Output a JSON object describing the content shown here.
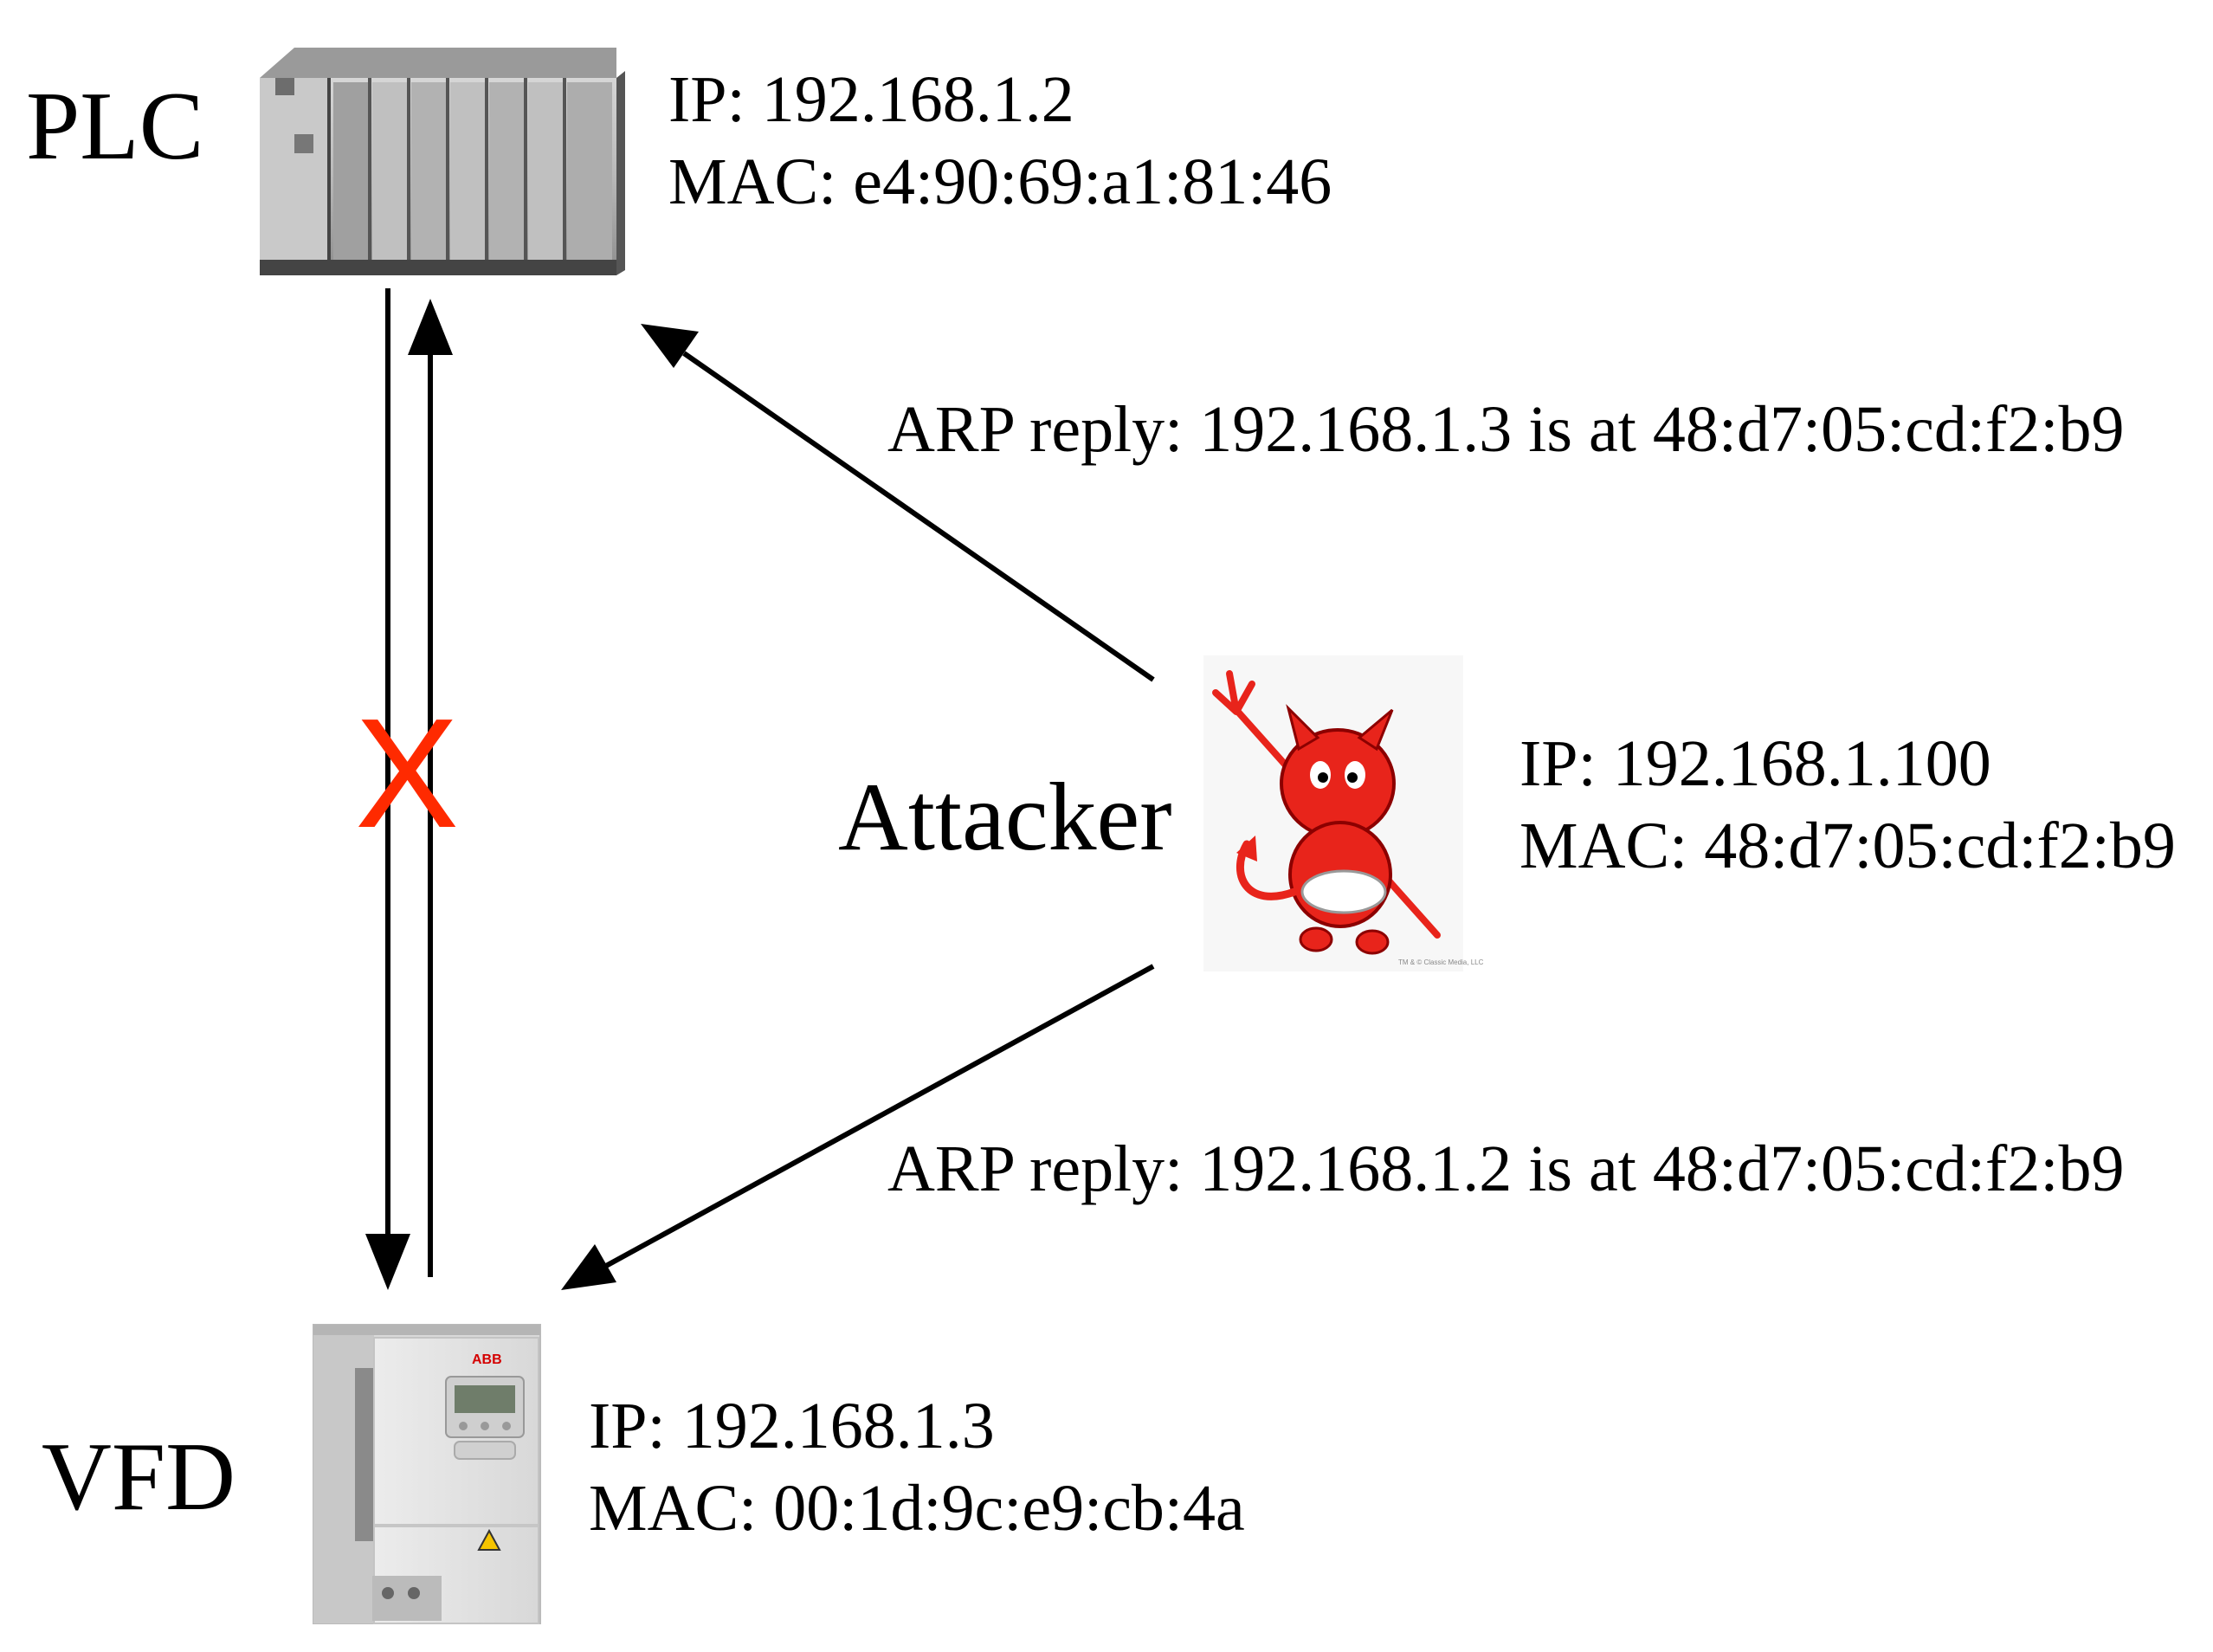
{
  "nodes": {
    "plc": {
      "label": "PLC",
      "ip": "IP: 192.168.1.2",
      "mac": "MAC: e4:90:69:a1:81:46"
    },
    "vfd": {
      "label": "VFD",
      "ip": "IP: 192.168.1.3",
      "mac": "MAC: 00:1d:9c:e9:cb:4a",
      "brand": "ABB"
    },
    "attacker": {
      "label": "Attacker",
      "ip": "IP: 192.168.1.100",
      "mac": "MAC: 48:d7:05:cd:f2:b9",
      "image_credit": "TM & © Classic Media, LLC"
    }
  },
  "messages": {
    "to_plc": "ARP reply: 192.168.1.3 is at 48:d7:05:cd:f2:b9",
    "to_vfd": "ARP reply: 192.168.1.2 is at 48:d7:05:cd:f2:b9"
  },
  "blocked_mark": "X",
  "colors": {
    "arrow": "#000000",
    "blocked": "#ff2a00",
    "devil": "#e8241b"
  }
}
